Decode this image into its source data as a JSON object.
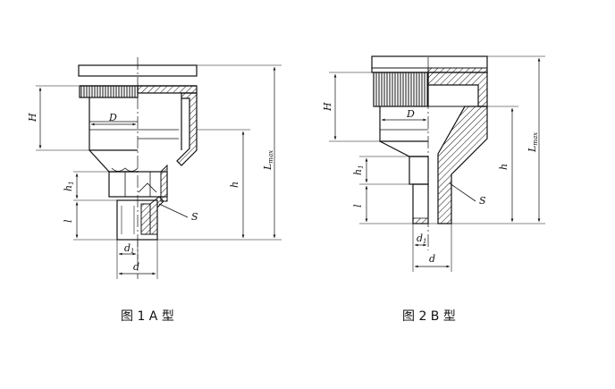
{
  "figures": [
    {
      "caption": "图 1   A 型",
      "labels": {
        "H": "H",
        "D": "D",
        "h1": "h",
        "h1_sub": "1",
        "l": "l",
        "h": "h",
        "S": "S",
        "Lmax": "L",
        "Lmax_sub": "max",
        "d1": "d",
        "d1_sub": "1",
        "d": "d"
      }
    },
    {
      "caption": "图 2   B 型",
      "labels": {
        "H": "H",
        "D": "D",
        "h1": "h",
        "h1_sub": "1",
        "l": "l",
        "h": "h",
        "S": "S",
        "Lmax": "L",
        "Lmax_sub": "max",
        "d1": "d",
        "d1_sub": "1",
        "d": "d"
      }
    }
  ],
  "colors": {
    "ink": "#111111",
    "background": "#ffffff"
  }
}
